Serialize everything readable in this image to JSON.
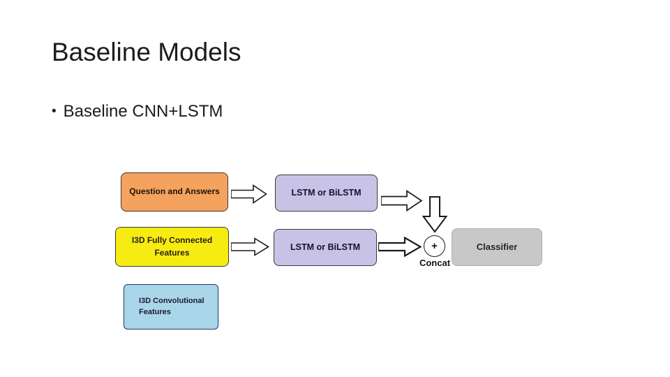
{
  "slide": {
    "title": "Baseline Models",
    "bullet_glyph": "•",
    "bullet_text": "Baseline CNN+LSTM"
  },
  "diagram": {
    "boxes": {
      "qa": {
        "label": "Question and Answers",
        "fill": "#F4A25E"
      },
      "lstm_top": {
        "label": "LSTM or BiLSTM",
        "fill": "#C9C2E6"
      },
      "fc": {
        "line1": "I3D Fully Connected",
        "line2": "Features",
        "fill": "#F7EC12"
      },
      "lstm_bottom": {
        "label": "LSTM or BiLSTM",
        "fill": "#C9C2E6"
      },
      "conv": {
        "line1": "I3D Convolutional",
        "line2": "Features",
        "fill": "#A9D6E8"
      },
      "classifier": {
        "label": "Classifier",
        "fill": "#C8C8C8"
      }
    },
    "concat_node": {
      "symbol": "+",
      "label": "Concat"
    },
    "colors": {
      "arrow_fill": "#ffffff",
      "arrow_stroke": "#1a1a1a",
      "slide_background": "#ffffff"
    }
  }
}
